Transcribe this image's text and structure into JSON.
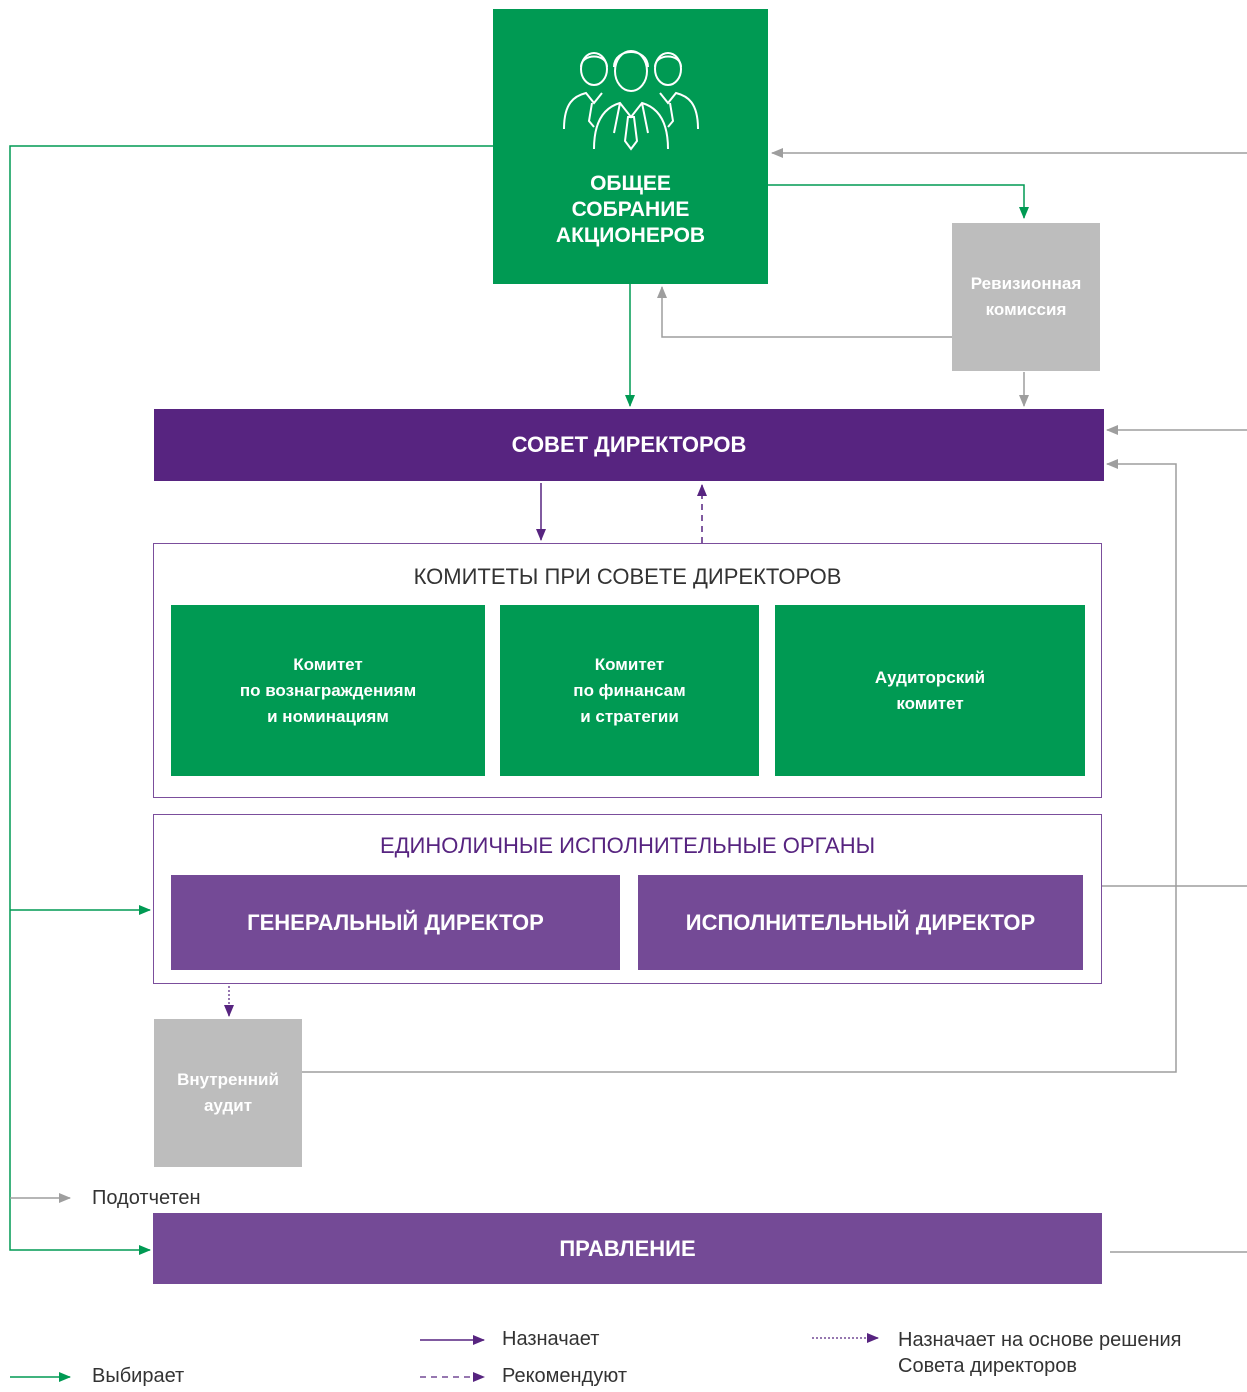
{
  "colors": {
    "green": "#009a53",
    "purple_dark": "#572480",
    "purple": "#744a96",
    "grey": "#bdbdbd",
    "line_grey": "#9e9e9e"
  },
  "nodes": {
    "shareholders": {
      "line1": "ОБЩЕЕ",
      "line2": "СОБРАНИЕ",
      "line3": "АКЦИОНЕРОВ",
      "icon": "people-group-icon"
    },
    "audit_commission": {
      "line1": "Ревизионная",
      "line2": "комиссия"
    },
    "board": {
      "label": "СОВЕТ ДИРЕКТОРОВ"
    },
    "committees": {
      "title": "КОМИТЕТЫ ПРИ СОВЕТЕ ДИРЕКТОРОВ",
      "items": [
        {
          "line1": "Комитет",
          "line2": "по вознаграждениям",
          "line3": "и номинациям"
        },
        {
          "line1": "Комитет",
          "line2": "по финансам",
          "line3": "и стратегии"
        },
        {
          "line1": "Аудиторский",
          "line2": "комитет"
        }
      ]
    },
    "executives": {
      "title": "ЕДИНОЛИЧНЫЕ ИСПОЛНИТЕЛЬНЫЕ ОРГАНЫ",
      "general_director": "ГЕНЕРАЛЬНЫЙ ДИРЕКТОР",
      "executive_director": "ИСПОЛНИТЕЛЬНЫЙ ДИРЕКТОР"
    },
    "internal_audit": {
      "line1": "Внутренний",
      "line2": "аудит"
    },
    "management_board": {
      "label": "ПРАВЛЕНИЕ"
    }
  },
  "legend": {
    "reports_to": "Подотчетен",
    "elects": "Выбирает",
    "appoints": "Назначает",
    "recommend": "Рекомендуют",
    "appoints_by_decision_line1": "Назначает на основе решения",
    "appoints_by_decision_line2": "Совета директоров"
  }
}
